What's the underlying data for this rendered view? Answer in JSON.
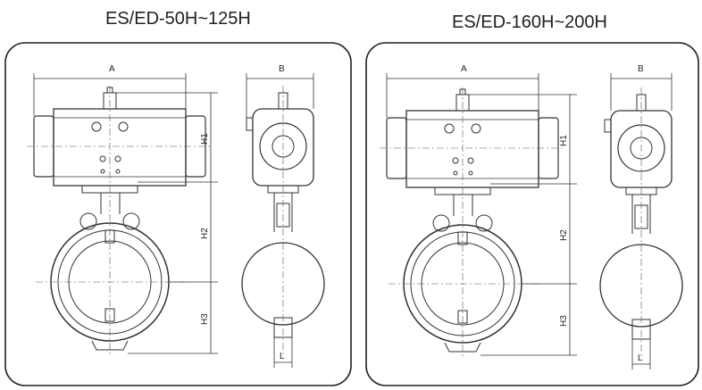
{
  "titles": {
    "left": "ES/ED-50H~125H",
    "right": "ES/ED-160H~200H"
  },
  "panels": [
    {
      "dimension_labels": {
        "width_actuator": "A",
        "width_body": "B",
        "actuator_height": "H1",
        "upper_height": "H2",
        "lower_height": "H3",
        "face_length": "L"
      }
    },
    {
      "dimension_labels": {
        "width_actuator": "A",
        "width_body": "B",
        "actuator_height": "H1",
        "upper_height": "H2",
        "lower_height": "H3",
        "face_length": "L"
      }
    }
  ],
  "colors": {
    "line": "#333333",
    "frame": "#222222",
    "background": "#ffffff"
  }
}
